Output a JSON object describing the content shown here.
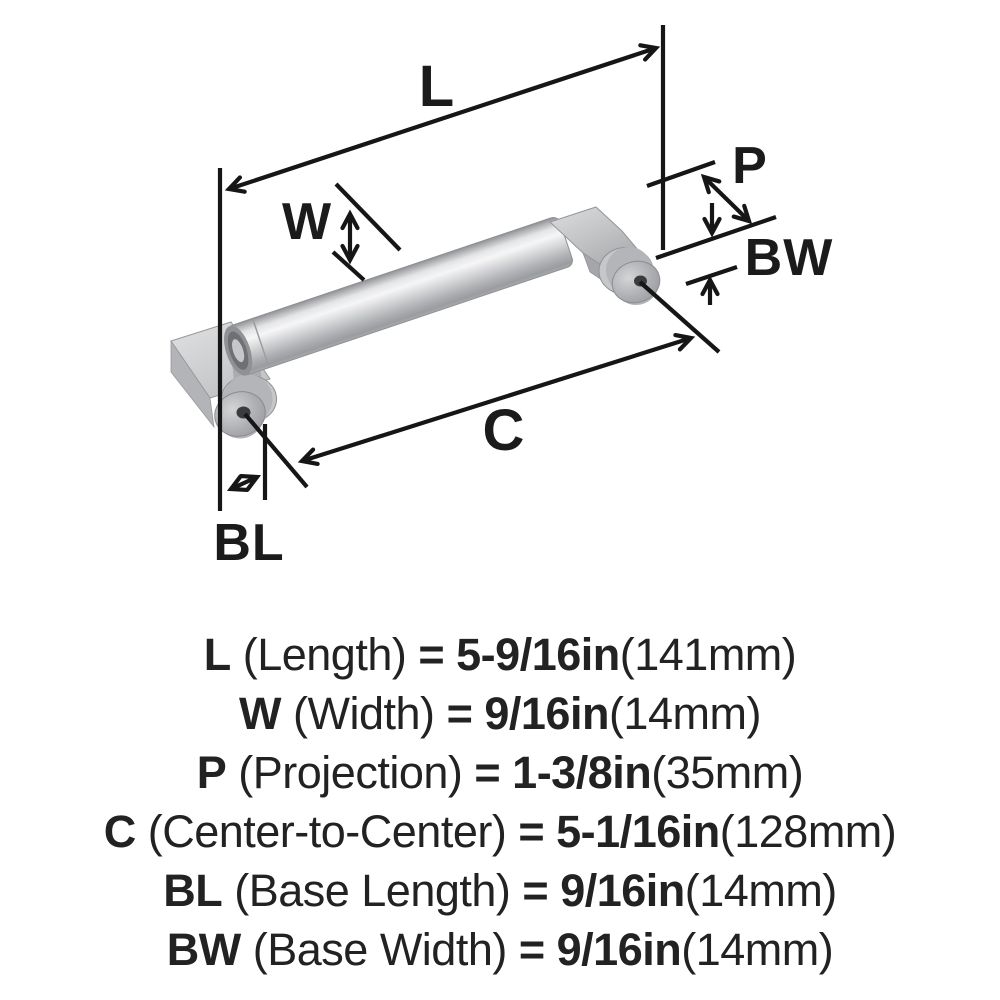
{
  "title": "Cabinet pull dimension diagram",
  "diagram": {
    "label_l": "L",
    "label_w": "W",
    "label_p": "P",
    "label_bw": "BW",
    "label_c": "C",
    "label_bl": "BL"
  },
  "specs": [
    {
      "abbr": "L",
      "name": "(Length)",
      "eq": "=",
      "inches": "5-9/16in",
      "metric": "(141mm)"
    },
    {
      "abbr": "W",
      "name": "(Width)",
      "eq": "=",
      "inches": "9/16in",
      "metric": "(14mm)"
    },
    {
      "abbr": "P",
      "name": "(Projection)",
      "eq": "=",
      "inches": "1-3/8in",
      "metric": "(35mm)"
    },
    {
      "abbr": "C",
      "name": "(Center-to-Center)",
      "eq": "=",
      "inches": "5-1/16in",
      "metric": "(128mm)"
    },
    {
      "abbr": "BL",
      "name": "(Base Length)",
      "eq": "=",
      "inches": "9/16in",
      "metric": "(14mm)"
    },
    {
      "abbr": "BW",
      "name": "(Base Width)",
      "eq": "=",
      "inches": "9/16in",
      "metric": "(14mm)"
    }
  ],
  "colors": {
    "background": "#ffffff",
    "line": "#161616",
    "text": "#222222",
    "metal_highlight": "#f6f6f7",
    "metal_mid": "#c7c8ca",
    "metal_shadow": "#8f9194",
    "screw_hole": "#3b3c3e"
  }
}
